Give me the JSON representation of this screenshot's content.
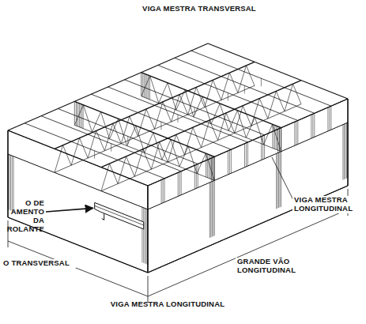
{
  "diagram": {
    "labels": [
      "VIGA MESTRA TRANSVERSAL",
      "O DE AMENTO DA ROLANTE",
      "O TRANSVERSAL",
      "VIGA MESTRA LONGITUDINAL",
      "GRANDE VÃO LONGITUDINAL",
      "VIGA MESTRA LONGITUDINAL"
    ]
  }
}
